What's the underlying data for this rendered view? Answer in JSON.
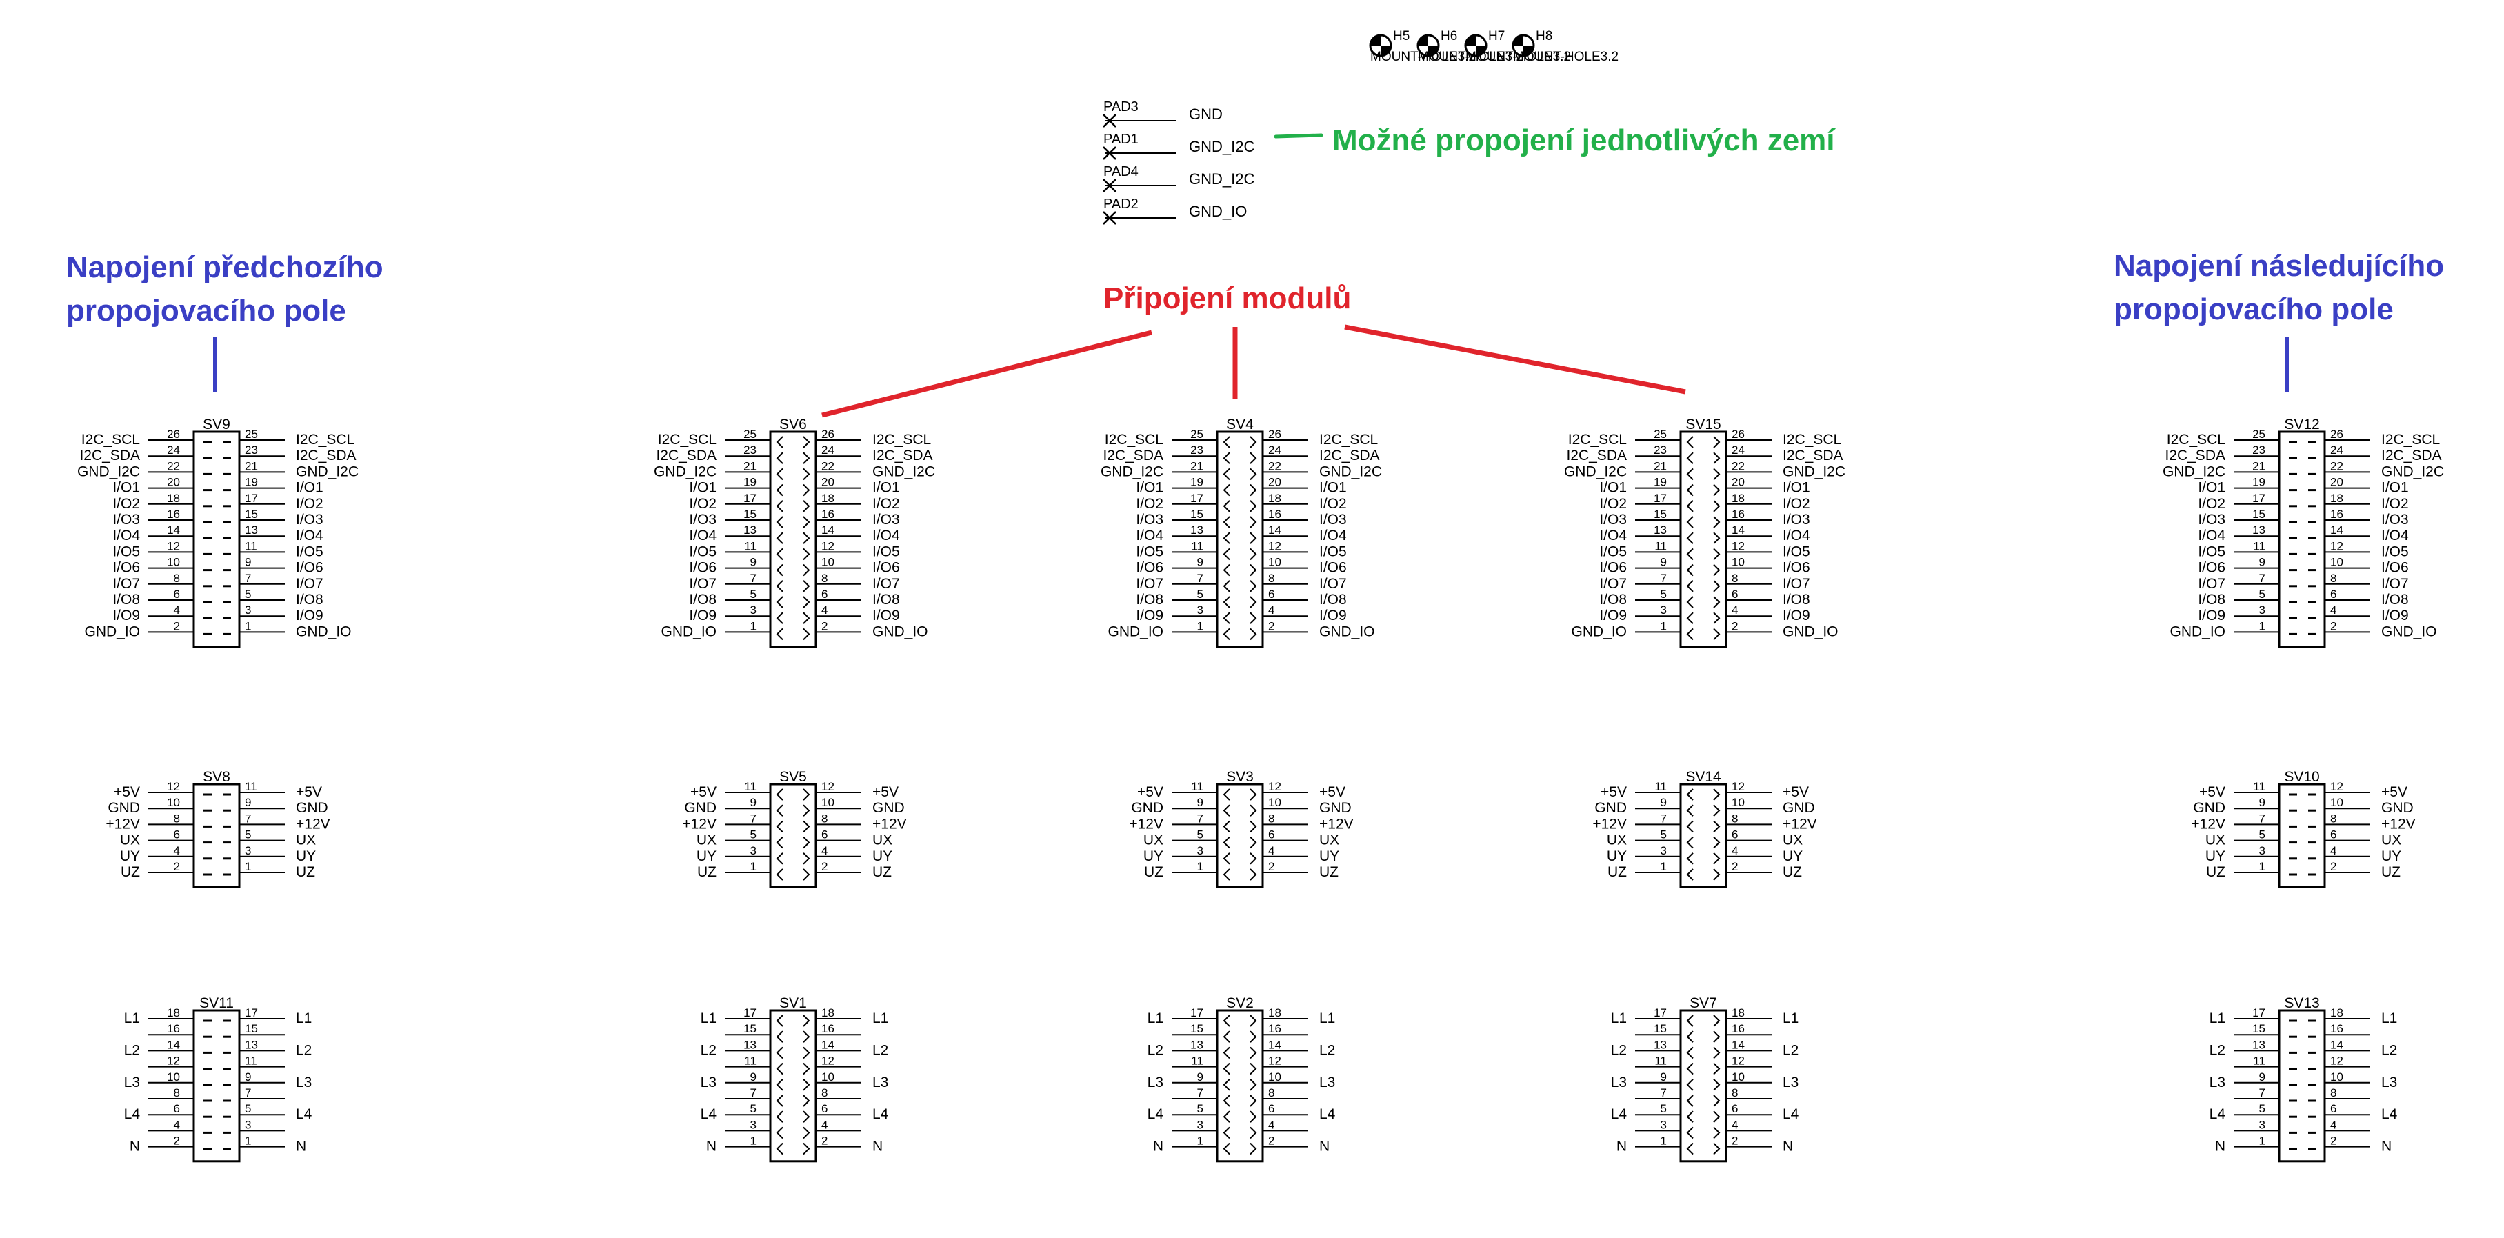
{
  "mounting_holes": [
    {
      "ref": "H5",
      "value": "MOUNT-HOLE3.2"
    },
    {
      "ref": "H6",
      "value": "MOUNT-HOLE3.2"
    },
    {
      "ref": "H7",
      "value": "MOUNT-HOLE3.2"
    },
    {
      "ref": "H8",
      "value": "MOUNT-HOLE3.2"
    }
  ],
  "pads": [
    {
      "name": "PAD3",
      "net": "GND"
    },
    {
      "name": "PAD1",
      "net": "GND_I2C"
    },
    {
      "name": "PAD4",
      "net": "GND_I2C"
    },
    {
      "name": "PAD2",
      "net": "GND_IO"
    }
  ],
  "annotations": {
    "ground_bridge": "Možné propojení jednotlivých zemí",
    "modules": "Připojení modulů",
    "previous_field_line1": "Napojení předchozího",
    "previous_field_line2": "propojovacího pole",
    "next_field_line1": "Napojení následujícího",
    "next_field_line2": "propojovacího pole"
  },
  "colors": {
    "green_note": "#22b04a",
    "red_note": "#e0242c",
    "blue_note": "#3a3fc4",
    "wire": "#000000"
  },
  "header_groups": {
    "signal": {
      "nets": [
        "I2C_SCL",
        "I2C_SDA",
        "GND_I2C",
        "I/O1",
        "I/O2",
        "I/O3",
        "I/O4",
        "I/O5",
        "I/O6",
        "I/O7",
        "I/O8",
        "I/O9",
        "GND_IO"
      ]
    },
    "power": {
      "left_nets": [
        "+5V",
        "GND",
        "+12V",
        "UX",
        "UY",
        "UZ"
      ]
    },
    "lines": {
      "left_nets": [
        "L1",
        "",
        "L2",
        "",
        "L3",
        "",
        "L4",
        "",
        "N"
      ],
      "right_nets_std": [
        "L1",
        "",
        "L2",
        "",
        "L3",
        "",
        "L4",
        "",
        "N"
      ]
    }
  },
  "connectors": [
    {
      "name": "SV9",
      "column": "previous"
    },
    {
      "name": "SV8",
      "column": "previous"
    },
    {
      "name": "SV11",
      "column": "previous"
    },
    {
      "name": "SV6",
      "column": "module1"
    },
    {
      "name": "SV5",
      "column": "module1"
    },
    {
      "name": "SV1",
      "column": "module1"
    },
    {
      "name": "SV4",
      "column": "module2"
    },
    {
      "name": "SV3",
      "column": "module2"
    },
    {
      "name": "SV2",
      "column": "module2"
    },
    {
      "name": "SV15",
      "column": "module3"
    },
    {
      "name": "SV14",
      "column": "module3"
    },
    {
      "name": "SV7",
      "column": "module3"
    },
    {
      "name": "SV12",
      "column": "next"
    },
    {
      "name": "SV10",
      "column": "next"
    },
    {
      "name": "SV13",
      "column": "next"
    }
  ],
  "pin_numbers": {
    "signal_even_left": {
      "left": [
        26,
        24,
        22,
        20,
        18,
        16,
        14,
        12,
        10,
        8,
        6,
        4,
        2
      ],
      "right": [
        25,
        23,
        21,
        19,
        17,
        15,
        13,
        11,
        9,
        7,
        5,
        3,
        1
      ]
    },
    "signal_odd_left": {
      "left": [
        25,
        23,
        21,
        19,
        17,
        15,
        13,
        11,
        9,
        7,
        5,
        3,
        1
      ],
      "right": [
        26,
        24,
        22,
        20,
        18,
        16,
        14,
        12,
        10,
        8,
        6,
        4,
        2
      ]
    },
    "power_even_left": {
      "left": [
        12,
        10,
        8,
        6,
        4,
        2
      ],
      "right": [
        11,
        9,
        7,
        5,
        3,
        1
      ]
    },
    "power_odd_left": {
      "left": [
        11,
        9,
        7,
        5,
        3,
        1
      ],
      "right": [
        12,
        10,
        8,
        6,
        4,
        2
      ]
    },
    "lines_even_left": {
      "left": [
        18,
        16,
        14,
        12,
        10,
        8,
        6,
        4,
        2
      ],
      "right": [
        17,
        15,
        13,
        11,
        9,
        7,
        5,
        3,
        1
      ]
    },
    "lines_odd_left": {
      "left": [
        17,
        15,
        13,
        11,
        9,
        7,
        5,
        3,
        1
      ],
      "right": [
        18,
        16,
        14,
        12,
        10,
        8,
        6,
        4,
        2
      ]
    }
  }
}
